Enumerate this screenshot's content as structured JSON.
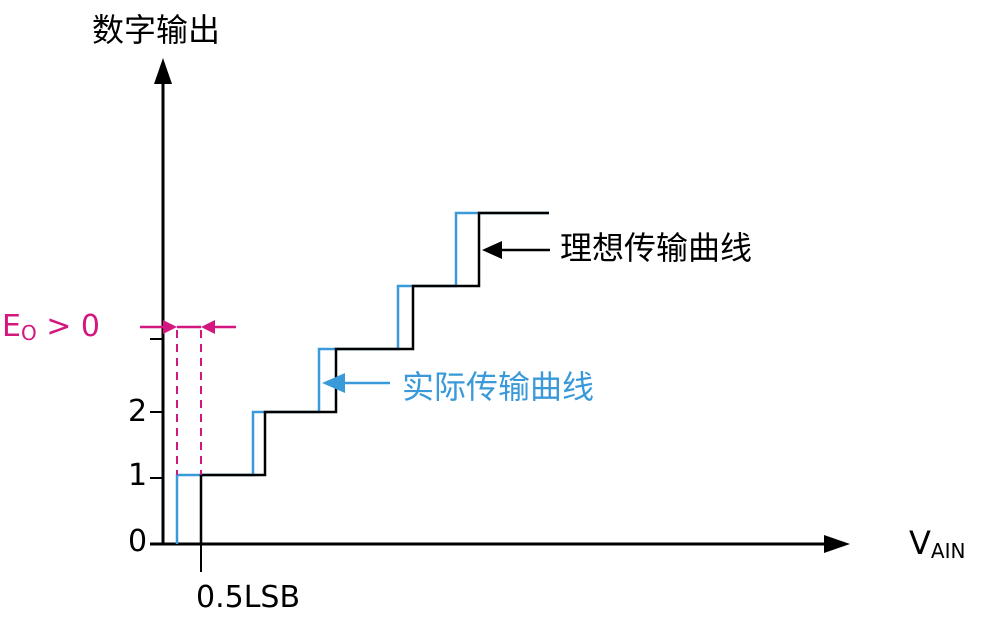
{
  "y_axis": {
    "title": "数字输出"
  },
  "x_axis": {
    "label_main": "V",
    "label_sub": "AIN"
  },
  "ticks": {
    "t0": "0",
    "t1": "1",
    "t2": "2"
  },
  "lsb_label": "0.5LSB",
  "offset_error": {
    "label_main": "E",
    "label_sub": "O",
    "label_rest": " > 0"
  },
  "legend": {
    "ideal": "理想传输曲线",
    "actual": "实际传输曲线"
  },
  "colors": {
    "ideal": "#000000",
    "actual": "#3a9ad9",
    "offset": "#d4167f",
    "axis": "#000000"
  }
}
